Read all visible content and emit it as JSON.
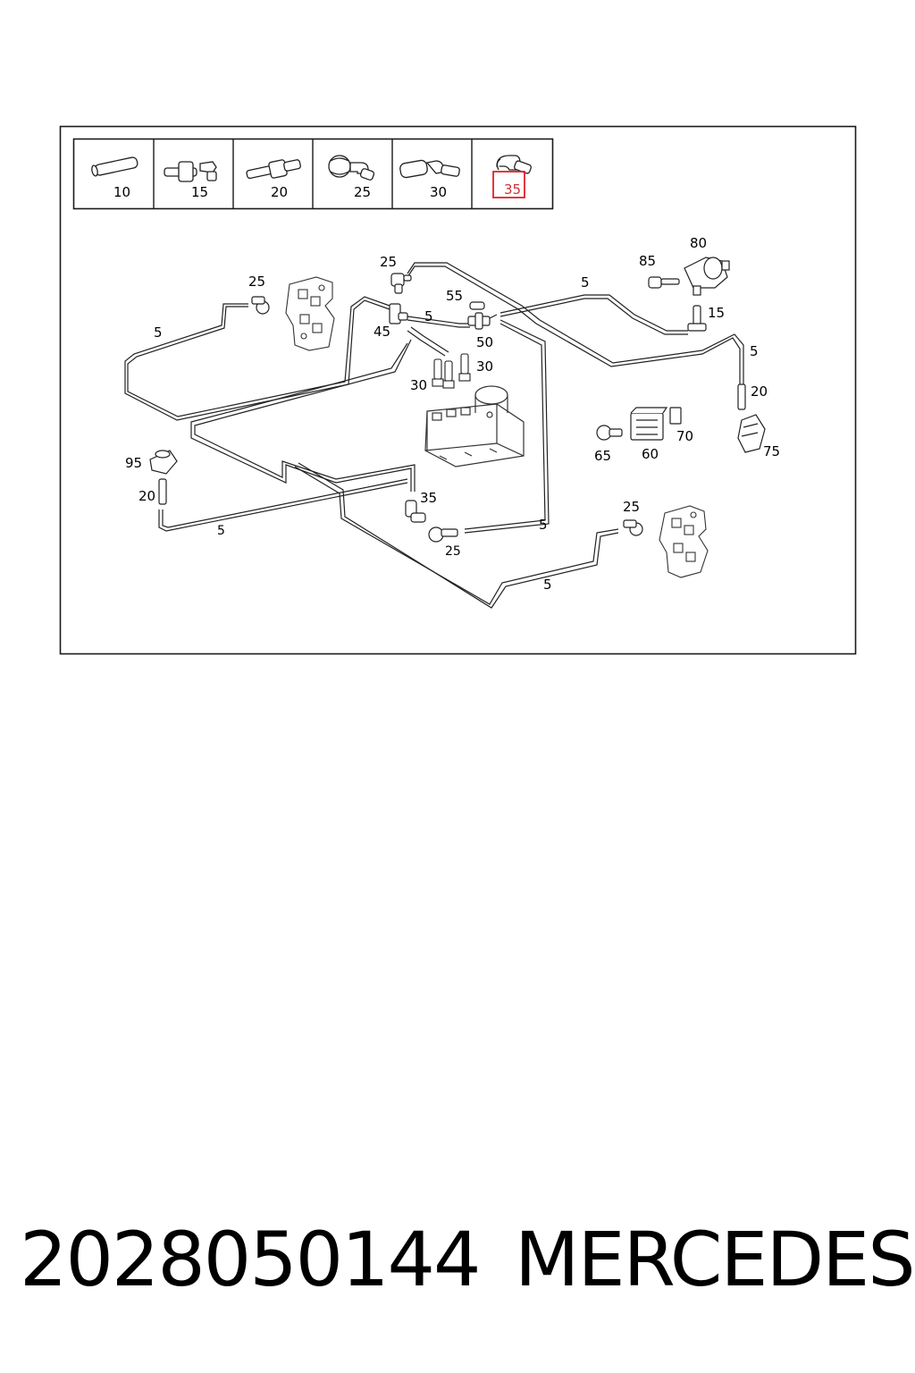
{
  "legend": {
    "cells": [
      {
        "label": "10",
        "icon": "straight-connector-icon"
      },
      {
        "label": "15",
        "icon": "tee-connector-icon"
      },
      {
        "label": "20",
        "icon": "straight-reducer-connector-icon"
      },
      {
        "label": "25",
        "icon": "elbow-connector-icon"
      },
      {
        "label": "30",
        "icon": "elbow-sleeve-connector-icon"
      },
      {
        "label": "35",
        "icon": "elbow-clip-connector-icon",
        "highlighted": true
      }
    ],
    "highlight_color": "#e0202a"
  },
  "callouts": {
    "c25_top": "25",
    "c25_left": "25",
    "c45": "45",
    "c55": "55",
    "c50": "50",
    "c30_a": "30",
    "c30_b": "30",
    "c5_top_left": "5",
    "c5_mid": "5",
    "c5_top_right": "5",
    "c85": "85",
    "c80": "80",
    "c15": "15",
    "c5_right": "5",
    "c20_right": "20",
    "c75": "75",
    "c65": "65",
    "c60": "60",
    "c70": "70",
    "c95": "95",
    "c20_left": "20",
    "c5_bottom_left": "5",
    "c35": "35",
    "c25_bottom": "25",
    "c5_bottom_mid": "5",
    "c25_bottom_right": "25",
    "c5_bottom_right": "5"
  },
  "footer": {
    "part_number": "2028050144",
    "brand": "MERCEDES"
  }
}
